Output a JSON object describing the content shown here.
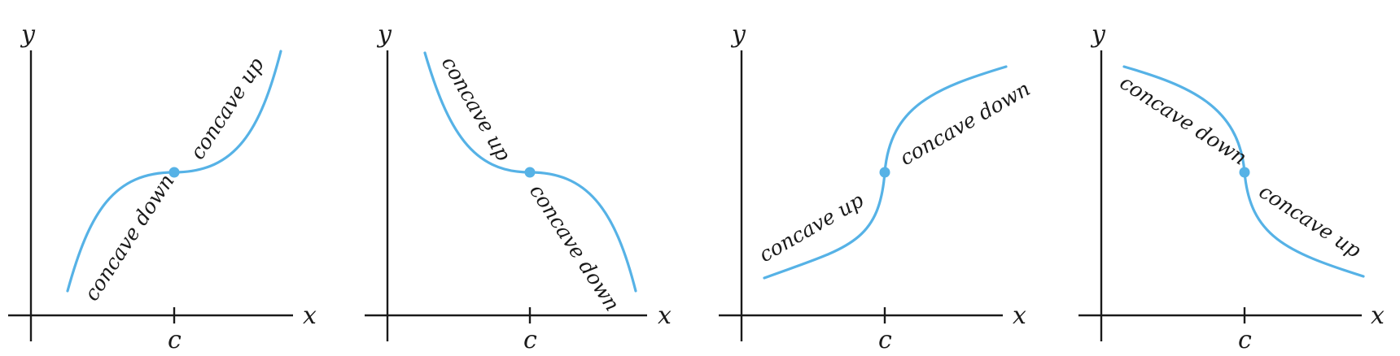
{
  "panels": [
    {
      "axis_labels": {
        "y": "y",
        "x": "x",
        "tick": "c"
      },
      "labels": {
        "left": "concave down",
        "right": "concave up"
      }
    },
    {
      "axis_labels": {
        "y": "y",
        "x": "x",
        "tick": "c"
      },
      "labels": {
        "left": "concave up",
        "right": "concave down"
      }
    },
    {
      "axis_labels": {
        "y": "y",
        "x": "x",
        "tick": "c"
      },
      "labels": {
        "left": "concave up",
        "right": "concave down"
      }
    },
    {
      "axis_labels": {
        "y": "y",
        "x": "x",
        "tick": "c"
      },
      "labels": {
        "left": "concave down",
        "right": "concave up"
      }
    }
  ],
  "colors": {
    "curve": "#56b2e6",
    "axes": "#1a1a1a"
  }
}
